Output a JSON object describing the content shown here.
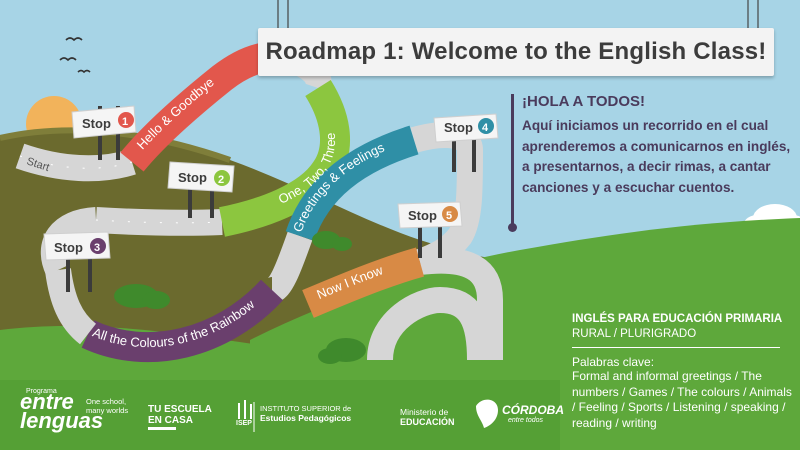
{
  "title": "Roadmap 1: Welcome to the English Class!",
  "intro": {
    "heading": "¡HOLA A TODOS!",
    "text": "Aquí iniciamos un recorrido en el cual aprenderemos a comunicarnos en inglés, a presentarnos, a decir rimas, a cantar canciones y a escuchar cuentos."
  },
  "road": {
    "start": "Start",
    "segments": [
      {
        "label": "Hello & Goodbye",
        "color": "#e2574c"
      },
      {
        "label": "One, Two, Three",
        "color": "#8cc63f"
      },
      {
        "label": "Greetings & Feelings",
        "color": "#2f8fa6"
      },
      {
        "label": "Now I Know",
        "color": "#d88a45"
      },
      {
        "label": "All the Colours of the Rainbow",
        "color": "#6a3f6d"
      }
    ],
    "stops": [
      {
        "word": "Stop",
        "num": "1",
        "color": "#e2574c"
      },
      {
        "word": "Stop",
        "num": "2",
        "color": "#8cc63f"
      },
      {
        "word": "Stop",
        "num": "3",
        "color": "#6a3f6d"
      },
      {
        "word": "Stop",
        "num": "4",
        "color": "#2f8fa6"
      },
      {
        "word": "Stop",
        "num": "5",
        "color": "#d88a45"
      }
    ]
  },
  "info": {
    "line1": "INGLÉS PARA EDUCACIÓN PRIMARIA",
    "line2": "RURAL / PLURIGRADO",
    "keywords_title": "Palabras clave:",
    "keywords": "Formal and informal greetings / The numbers / Games / The colours / Animals / Feeling / Sports / Listening / speaking / reading / writing"
  },
  "logos": {
    "programa": "Programa",
    "entre": "entre",
    "lenguas": "lenguas",
    "tagline1": "One school,",
    "tagline2": "many worlds",
    "escuela1": "TU ESCUELA",
    "escuela2": "EN CASA",
    "isep": "ISEP",
    "instituto1": "INSTITUTO SUPERIOR de",
    "instituto2": "Estudios Pedagógicos",
    "ministerio1": "Ministerio de",
    "ministerio2": "EDUCACIÓN",
    "cordoba": "CÓRDOBA",
    "cordoba_sub": "entre todos"
  },
  "colors": {
    "sky": "#a7d4e6",
    "hill_back": "#6b6a2e",
    "hill_front": "#5ea83b",
    "road": "#d6d6d6",
    "title_text": "#3c3c3c",
    "intro_text": "#4a3b5c"
  }
}
